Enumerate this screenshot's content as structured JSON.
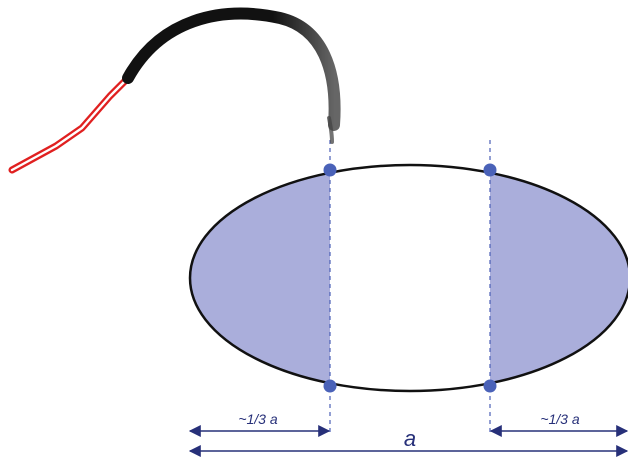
{
  "diagram": {
    "labels": {
      "left_third": "~1/3 a",
      "right_third": "~1/3 a",
      "full_width": "a"
    },
    "colors": {
      "shaded_fill": "#aaaedb",
      "outline": "#111111",
      "dashed_line": "#4a5fb6",
      "dot": "#4a62b8",
      "dimension": "#273079",
      "needle": "#111111",
      "thread": "#e02020"
    },
    "icons": {
      "needle": "curved-suture-needle-icon",
      "thread": "suture-thread-icon",
      "points": "dot-marker-icon"
    }
  }
}
